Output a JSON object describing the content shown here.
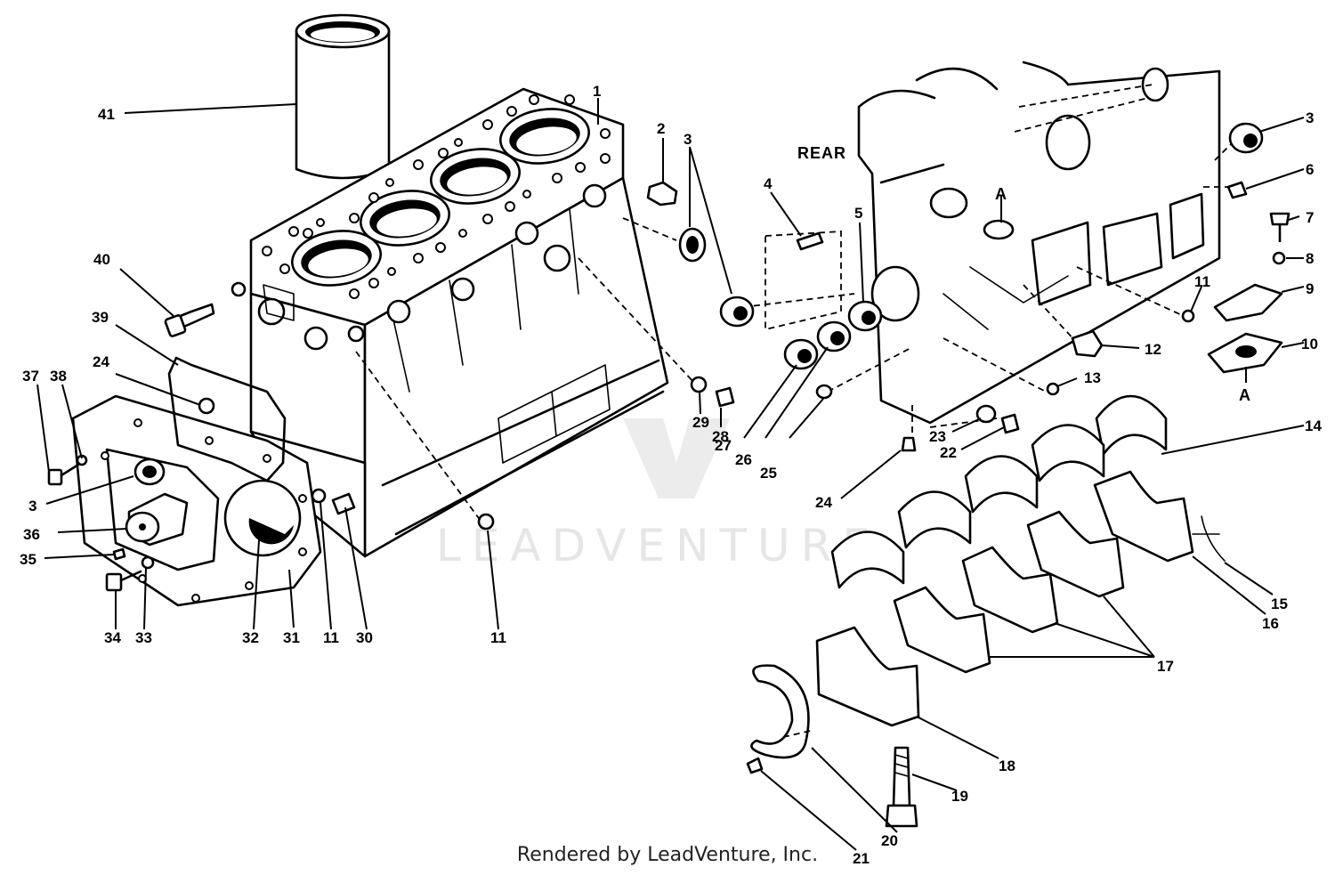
{
  "diagram": {
    "labels": {
      "rear": "REAR",
      "section_a_top": "A",
      "section_a_bottom": "A"
    },
    "callouts": [
      "41",
      "1",
      "2",
      "3",
      "40",
      "39",
      "24",
      "37",
      "38",
      "3",
      "36",
      "35",
      "34",
      "33",
      "32",
      "31",
      "11",
      "30",
      "11",
      "29",
      "28",
      "4",
      "5",
      "27",
      "26",
      "25",
      "REAR",
      "3",
      "6",
      "7",
      "8",
      "9",
      "10",
      "11",
      "12",
      "13",
      "23",
      "22",
      "24",
      "14",
      "15",
      "16",
      "17",
      "18",
      "19",
      "20",
      "21"
    ],
    "watermark": {
      "text": "LEADVENTURE"
    },
    "colors": {
      "ink": "#000000",
      "watermark": "#e6e6e6"
    }
  },
  "footer": {
    "rendered_by": "Rendered by LeadVenture, Inc."
  }
}
